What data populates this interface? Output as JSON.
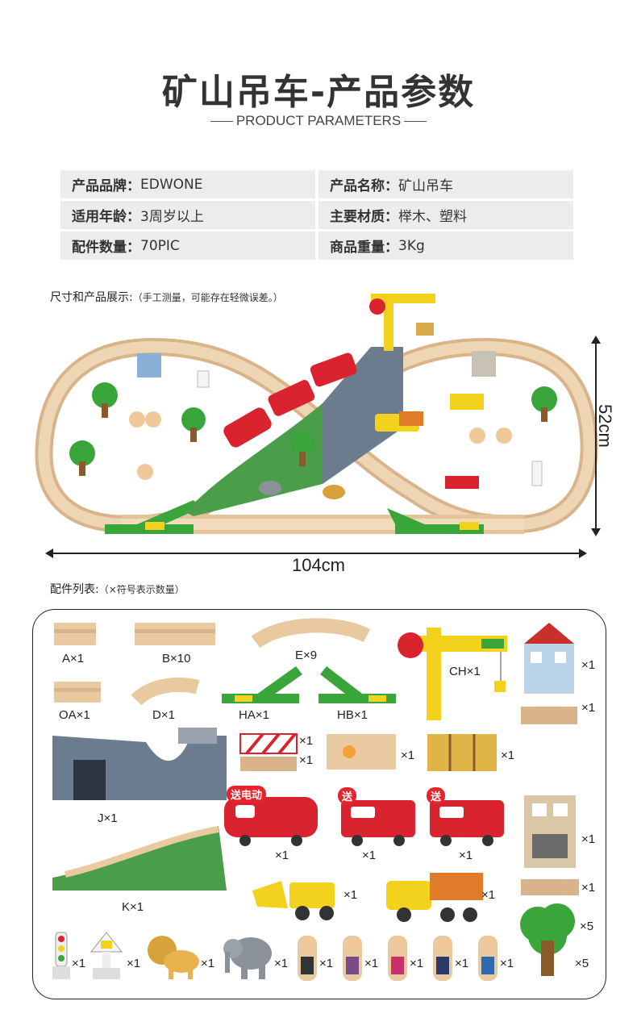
{
  "header": {
    "title": "矿山吊车-产品参数",
    "subtitle": "PRODUCT PARAMETERS"
  },
  "params": [
    [
      {
        "key": "产品品牌：",
        "value": "EDWONE"
      },
      {
        "key": "产品名称：",
        "value": "矿山吊车"
      }
    ],
    [
      {
        "key": "适用年龄：",
        "value": "3周岁以上"
      },
      {
        "key": "主要材质：",
        "value": "榉木、塑料"
      }
    ],
    [
      {
        "key": "配件数量：",
        "value": "70PIC"
      },
      {
        "key": "商品重量：",
        "value": "3Kg"
      }
    ]
  ],
  "demo": {
    "label": "尺寸和产品展示:",
    "note": "（手工测量，可能存在轻微误差。）",
    "width": "104cm",
    "height": "52cm"
  },
  "parts": {
    "label": "配件列表:",
    "note": "（×符号表示数量）",
    "labels": {
      "A": "A×1",
      "B": "B×10",
      "E": "E×9",
      "CH": "CH×1",
      "OA": "OA×1",
      "D": "D×1",
      "HA": "HA×1",
      "HB": "HB×1",
      "J": "J×1",
      "K": "K×1"
    },
    "counts": {
      "house1": "×1",
      "house1_base": "×1",
      "barrier": "×1",
      "barrier_base": "×1",
      "box": "×1",
      "hay": "×1",
      "engine": "×1",
      "car1": "×1",
      "car2": "×1",
      "house2": "×1",
      "house2_base": "×1",
      "loader": "×1",
      "truck": "×1",
      "tree": "×5",
      "tree_base": "×5",
      "signal": "×1",
      "sign": "×1",
      "lion": "×1",
      "elephant": "×1",
      "fig1": "×1",
      "fig2": "×1",
      "fig3": "×1",
      "fig4": "×1",
      "fig5": "×1"
    },
    "badges": {
      "engine": "送电动",
      "car1": "送",
      "car2": "送"
    }
  },
  "colors": {
    "wood": "#e9c9a0",
    "wood_dark": "#cfa47a",
    "green_track": "#3aa53a",
    "train_red": "#d9232e",
    "yellow": "#f3d21d",
    "param_bg": "#ececec"
  }
}
